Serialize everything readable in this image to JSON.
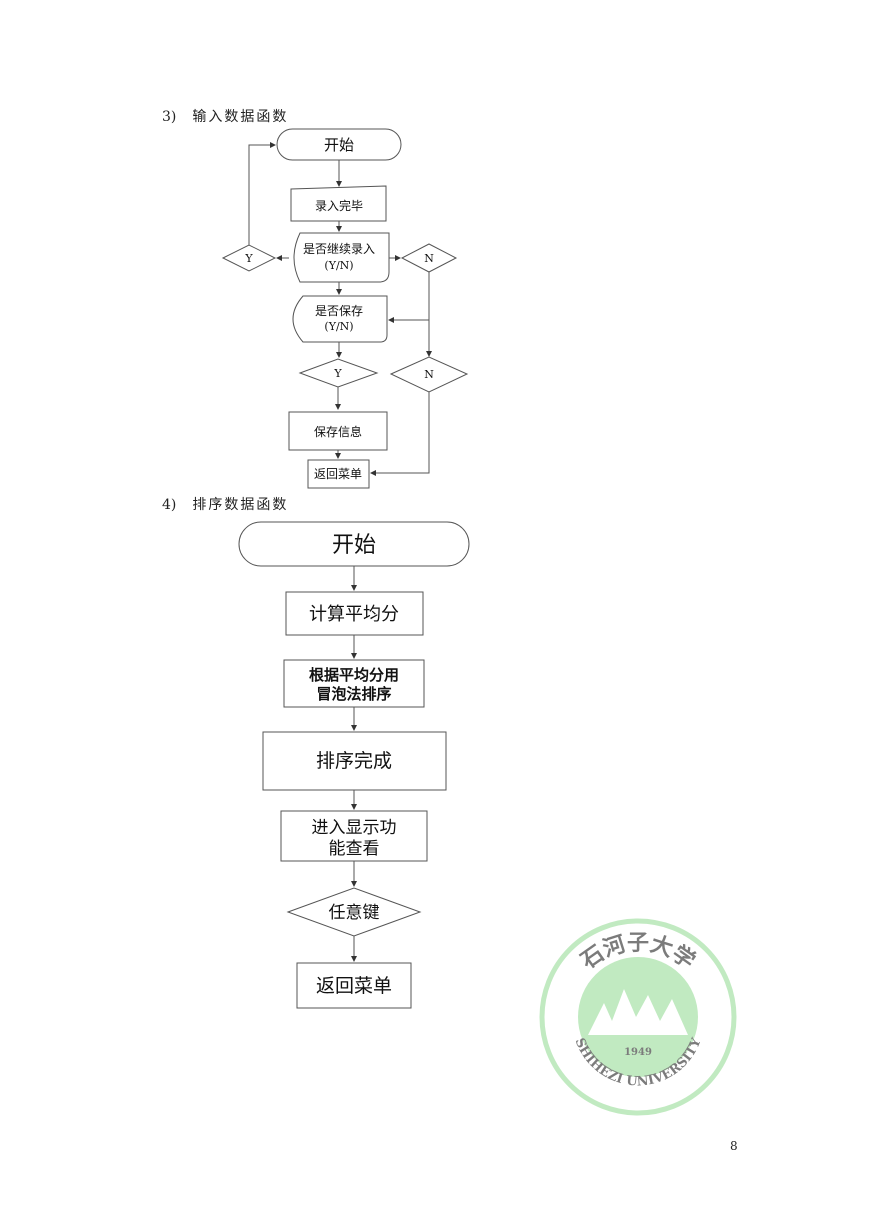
{
  "section3": {
    "number": "3)",
    "title": "输入数据函数",
    "nodes": {
      "start": "开始",
      "input_done": "录入完毕",
      "continue_q": "是否继续录入",
      "continue_q_yn": "(Y/N)",
      "yes1": "Y",
      "no1": "N",
      "save_q": "是否保存",
      "save_q_yn": "(Y/N)",
      "yes2": "Y",
      "no2": "N",
      "save_info": "保存信息",
      "return_menu": "返回菜单"
    }
  },
  "section4": {
    "number": "4)",
    "title": "排序数据函数",
    "nodes": {
      "start": "开始",
      "calc_avg": "计算平均分",
      "bubble_line1": "根据平均分用",
      "bubble_line2": "冒泡法排序",
      "sort_done": "排序完成",
      "display_line1": "进入显示功",
      "display_line2": "能查看",
      "any_key": "任意键",
      "return_menu": "返回菜单"
    }
  },
  "watermark": {
    "top_text": "石河子大学",
    "year": "1949",
    "bottom_text": "SHIHEZI UNIVERSITY",
    "color": "#8fd98f"
  },
  "page_number": "8"
}
